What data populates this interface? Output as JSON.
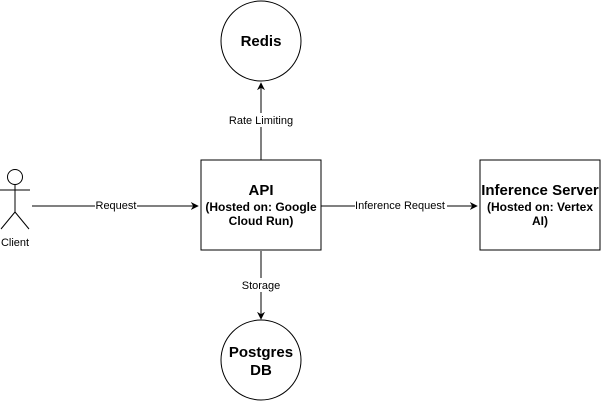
{
  "nodes": {
    "client": {
      "label": "Client"
    },
    "api": {
      "title": "API",
      "detail_line1": "(Hosted on: Google",
      "detail_line2": "Cloud Run)"
    },
    "inference": {
      "title": "Inference Server",
      "detail_line1": "(Hosted on: Vertex",
      "detail_line2": "AI)"
    },
    "redis": {
      "label": "Redis"
    },
    "postgres": {
      "label_line1": "Postgres",
      "label_line2": "DB"
    }
  },
  "edges": {
    "client_to_api": {
      "label": "Request"
    },
    "api_to_inference": {
      "label": "Inference Request"
    },
    "api_to_redis": {
      "label": "Rate Limiting"
    },
    "api_to_postgres": {
      "label": "Storage"
    }
  },
  "colors": {
    "stroke": "#000000",
    "fill": "#ffffff",
    "label_background": "#ffffff"
  }
}
